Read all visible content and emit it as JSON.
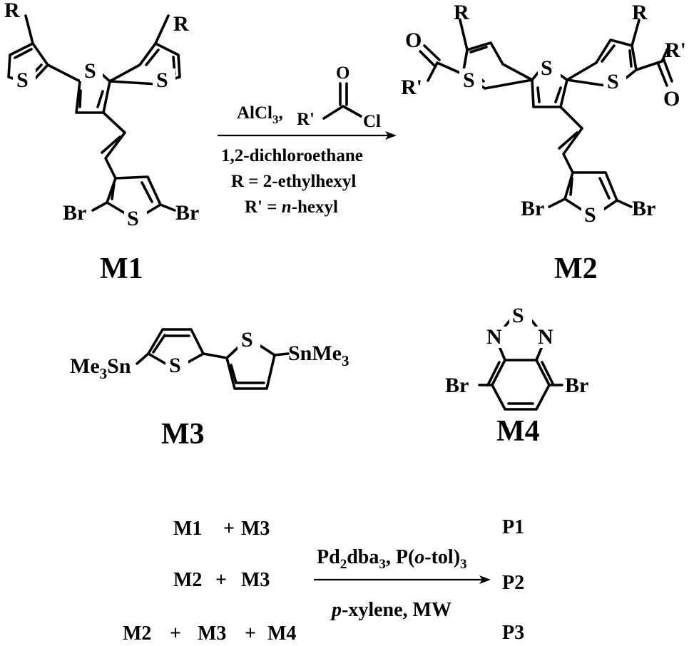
{
  "atoms": {
    "R": "R",
    "R_prime": "R'",
    "S": "S",
    "N": "N",
    "O": "O",
    "Cl": "Cl",
    "Br": "Br"
  },
  "reaction1": {
    "reagent_lewis_acid": "AlCl",
    "reagent_lewis_acid_sub": "3",
    "reagent_comma": ",",
    "reagent_acyl_R": "R'",
    "reagent_acyl_O": "O",
    "reagent_acyl_Cl": "Cl",
    "solvent": "1,2-dichloroethane",
    "r_definition": "R = 2-ethylhexyl",
    "r_prime_prefix": "R' = ",
    "r_prime_italic": "n",
    "r_prime_suffix": "-hexyl"
  },
  "compounds": {
    "m1": "M1",
    "m2": "M2",
    "m3": "M3",
    "m4": "M4",
    "m3_left_group": "Me",
    "m3_left_sub": "3",
    "m3_left_tail": "Sn",
    "m3_right_group": "SnMe",
    "m3_right_sub": "3"
  },
  "polymerization": {
    "row1": {
      "lhs_a": "M1",
      "plus1": "+",
      "lhs_b": "M3",
      "product": "P1"
    },
    "row2": {
      "lhs_a": "M2",
      "plus1": "+",
      "lhs_b": "M3",
      "product": "P2"
    },
    "row3": {
      "lhs_a": "M2",
      "plus1": "+",
      "lhs_b": "M3",
      "plus2": "+",
      "lhs_c": "M4",
      "product": "P3"
    },
    "catalyst_pd": "Pd",
    "catalyst_pd_sub": "2",
    "catalyst_dba": "dba",
    "catalyst_dba_sub": "3",
    "catalyst_ligand_a": ", P(",
    "catalyst_ligand_italic": "o",
    "catalyst_ligand_b": "-tol)",
    "catalyst_ligand_sub": "3",
    "solvent_italic": "p",
    "solvent_rest": "-xylene, MW"
  }
}
